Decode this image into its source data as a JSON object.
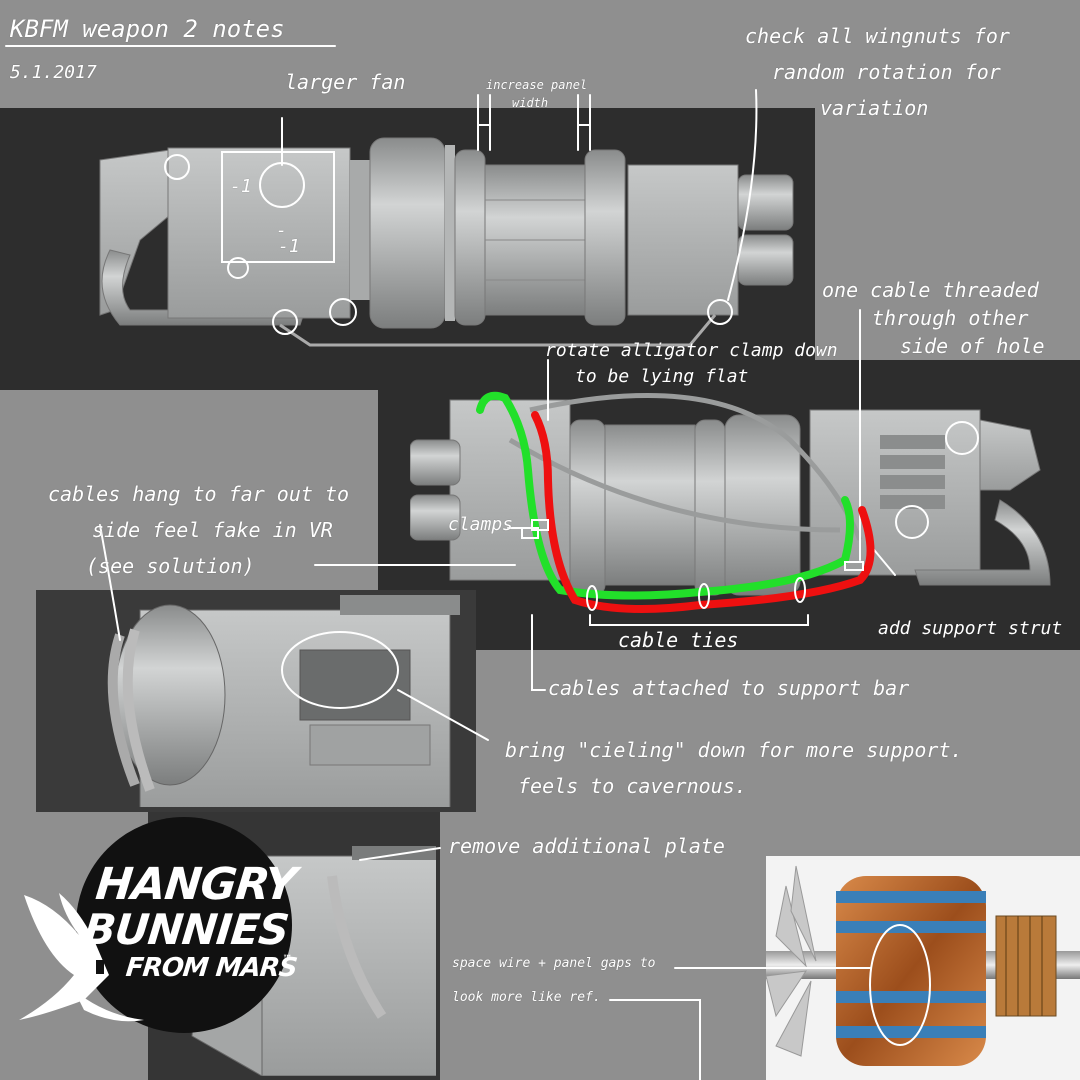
{
  "header": {
    "title": "KBFM weapon 2 notes",
    "date": "5.1.2017"
  },
  "annotations": {
    "larger_fan": "larger fan",
    "increase_panel_width": [
      "increase panel",
      "width"
    ],
    "wingnuts": [
      "check all wingnuts for",
      "random rotation for",
      "variation"
    ],
    "one_cable": [
      "one cable threaded",
      "through other",
      "side of hole"
    ],
    "rotate_clamp": [
      "rotate alligator clamp down",
      "to be lying flat"
    ],
    "cables_hang": [
      "cables hang to far out to",
      "side feel fake in VR",
      "(see solution)"
    ],
    "clamps": "clamps",
    "cable_ties": "cable ties",
    "support_strut": "add support strut",
    "support_bar": "cables attached to support bar",
    "ceiling": [
      "bring \"cieling\" down for more support.",
      "feels to cavernous."
    ],
    "remove_plate": "remove additional plate",
    "space_wire": [
      "space wire + panel gaps to",
      "look more like ref."
    ],
    "fan_marks": [
      "-1",
      "-",
      "-1"
    ]
  },
  "logo": {
    "line1": "HANGRY",
    "line2": "BUNNIES",
    "line3": "FROM MARS",
    "tm": "™"
  },
  "colors": {
    "background": "#8f8f8f",
    "panel": "#2d2d2d",
    "render": "#bfc1c1",
    "cable_green": "#22e02a",
    "cable_red": "#ee1010",
    "copper": "#b5642c",
    "commutator_blue": "#3a7fb8"
  }
}
